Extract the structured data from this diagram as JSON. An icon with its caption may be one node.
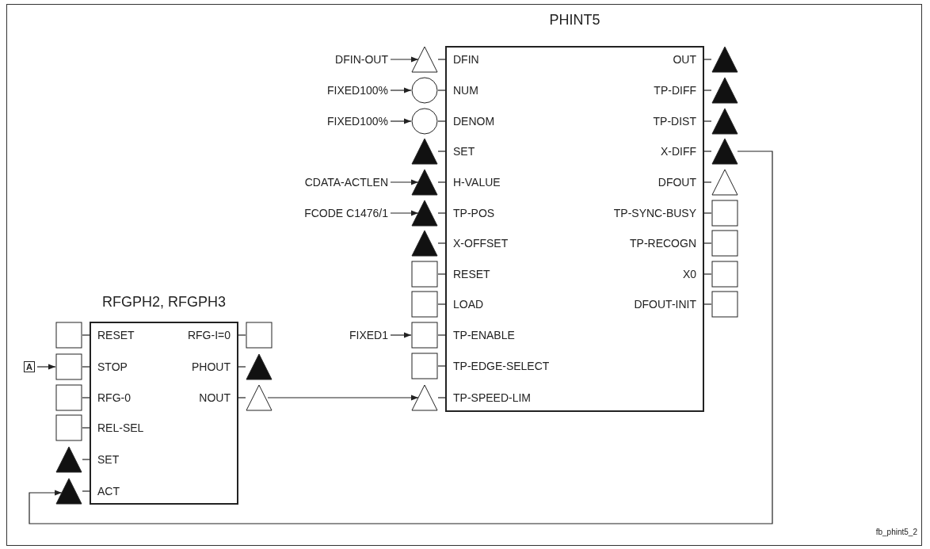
{
  "diagram": {
    "nodes": [
      {
        "text": [
          "PHINT5"
        ]
      },
      {
        "text": [],
        "shape": "triangle"
      },
      {
        "text": [],
        "shape": "circle"
      },
      {
        "text": [],
        "shape": "circle"
      },
      {
        "text": [],
        "shape": "triangle"
      },
      {
        "text": [],
        "shape": "triangle"
      },
      {
        "text": [],
        "shape": "triangle"
      },
      {
        "text": [],
        "shape": "triangle"
      },
      {
        "text": [],
        "shape": "box"
      },
      {
        "text": [],
        "shape": "box"
      },
      {
        "text": [],
        "shape": "box"
      },
      {
        "text": [],
        "shape": "box"
      },
      {
        "text": [],
        "shape": "triangle"
      },
      {
        "text": [],
        "shape": "triangle"
      },
      {
        "text": [],
        "shape": "triangle"
      },
      {
        "text": [],
        "shape": "triangle"
      },
      {
        "text": [],
        "shape": "triangle"
      },
      {
        "text": [],
        "shape": "triangle"
      },
      {
        "text": [],
        "shape": "box"
      },
      {
        "text": [],
        "shape": "box"
      },
      {
        "text": [],
        "shape": "box"
      },
      {
        "text": [],
        "shape": "box"
      },
      {
        "text": [
          "DFIN-OUT"
        ]
      },
      {
        "text": [
          "FIXED100%"
        ]
      },
      {
        "text": [
          "FIXED100%"
        ]
      },
      {
        "text": [
          "CDATA-ACTLEN"
        ]
      },
      {
        "text": [
          "FCODE C1476/1"
        ]
      },
      {
        "text": [
          "FIXED1"
        ]
      },
      {
        "text": [
          "RFGPH2, RFGPH3"
        ]
      },
      {
        "text": [],
        "shape": "box"
      },
      {
        "text": [],
        "shape": "box"
      },
      {
        "text": [],
        "shape": "box"
      },
      {
        "text": [],
        "shape": "box"
      },
      {
        "text": [],
        "shape": "triangle"
      },
      {
        "text": [],
        "shape": "triangle"
      },
      {
        "text": [],
        "shape": "box"
      },
      {
        "text": [],
        "shape": "triangle"
      },
      {
        "text": [],
        "shape": "triangle"
      },
      {
        "text": [
          "A"
        ]
      }
    ],
    "edges": [
      {
        "from": 22,
        "to": 1,
        "arrow": "to"
      },
      {
        "from": 23,
        "to": 2,
        "arrow": "to"
      },
      {
        "from": 24,
        "to": 3,
        "arrow": "to"
      },
      {
        "from": 25,
        "to": 5,
        "arrow": "to"
      },
      {
        "from": 26,
        "to": 6,
        "arrow": "to"
      },
      {
        "from": 27,
        "to": 10,
        "arrow": "to"
      },
      {
        "from": 38,
        "to": 30,
        "arrow": "to"
      },
      {
        "from": 37,
        "to": 12,
        "arrow": "to"
      },
      {
        "from": 16,
        "to": 34,
        "arrow": "to"
      }
    ],
    "labels": [
      "DFIN",
      "NUM",
      "DENOM",
      "SET",
      "H-VALUE",
      "TP-POS",
      "X-OFFSET",
      "RESET",
      "LOAD",
      "TP-ENABLE",
      "TP-EDGE-SELECT",
      "TP-SPEED-LIM",
      "OUT",
      "TP-DIFF",
      "TP-DIST",
      "X-DIFF",
      "DFOUT",
      "TP-SYNC-BUSY",
      "TP-RECOGN",
      "X0",
      "DFOUT-INIT",
      "RESET",
      "STOP",
      "RFG-0",
      "REL-SEL",
      "SET",
      "ACT",
      "RFG-I=0",
      "PHOUT",
      "NOUT",
      "fb_phint5_2"
    ]
  }
}
